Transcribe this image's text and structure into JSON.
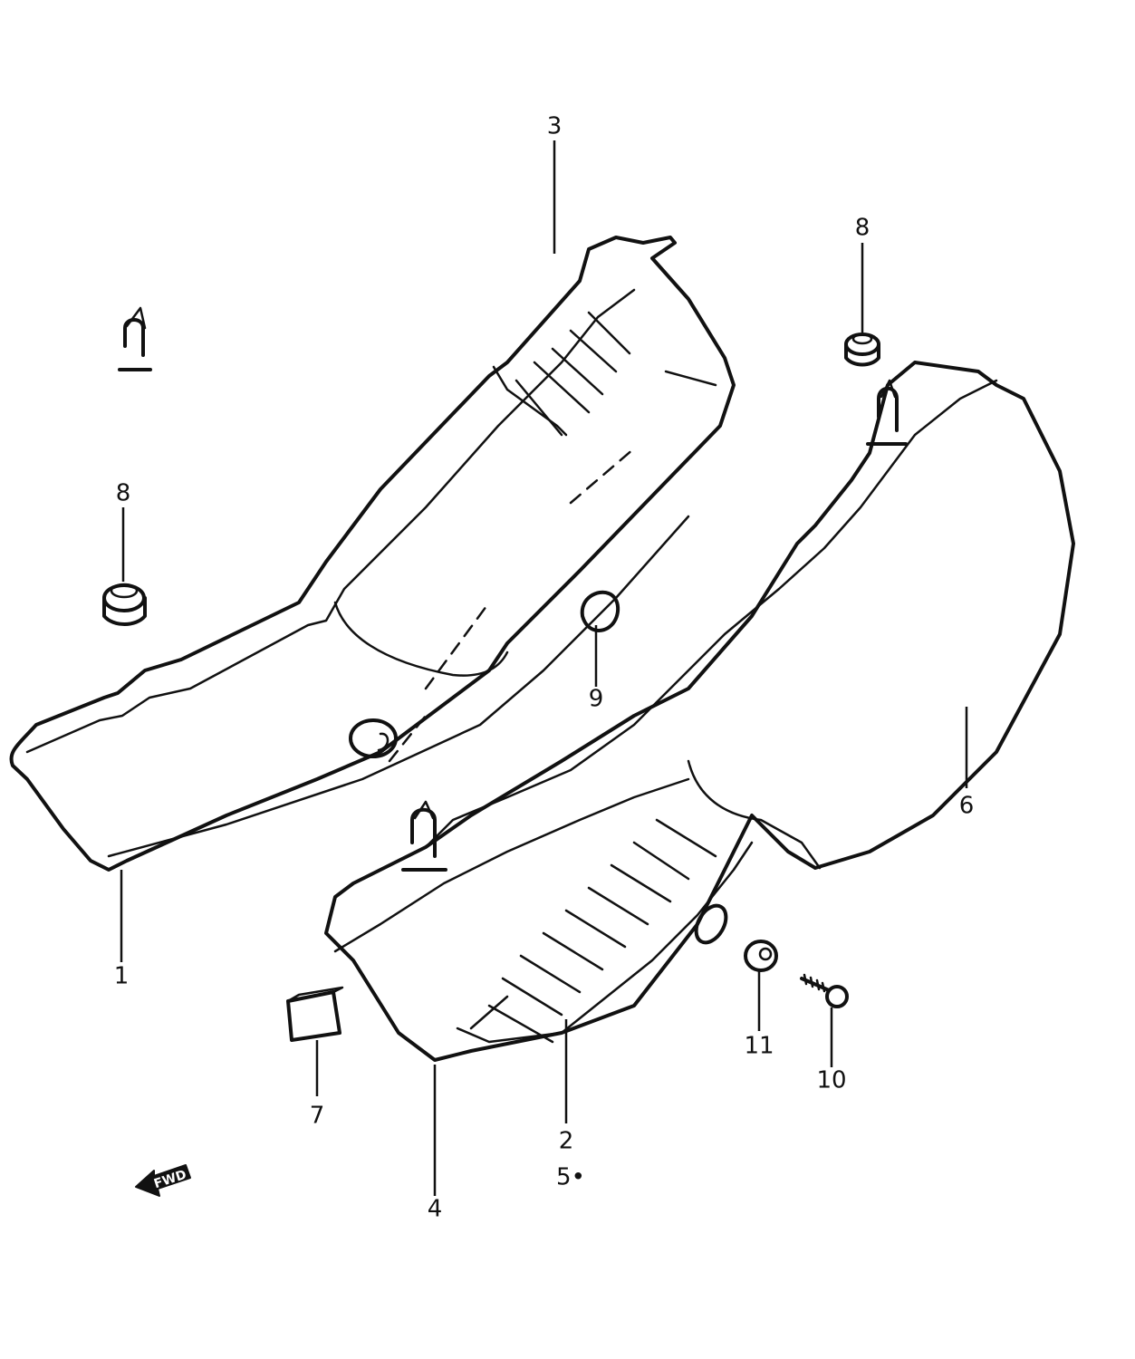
{
  "callouts": {
    "c1": "1",
    "c2": "2",
    "c3": "3",
    "c4": "4",
    "c5": "5•",
    "c6": "6",
    "c7": "7",
    "c8_left": "8",
    "c8_right": "8",
    "c9": "9",
    "c10": "10",
    "c11": "11"
  },
  "direction_arrow": {
    "label": "FWD"
  }
}
